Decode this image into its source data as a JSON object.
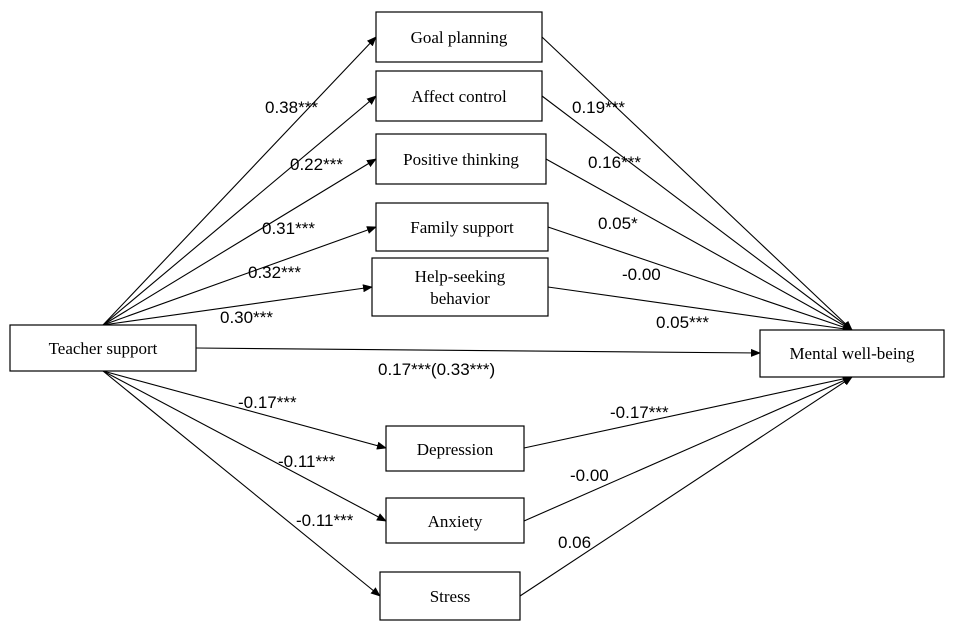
{
  "nodes": {
    "teacher": "Teacher support",
    "wellbeing": "Mental well-being",
    "goal": "Goal planning",
    "affect": "Affect control",
    "positive": "Positive thinking",
    "family": "Family support",
    "help1": "Help-seeking",
    "help2": "behavior",
    "depression": "Depression",
    "anxiety": "Anxiety",
    "stress": "Stress"
  },
  "paths_a": {
    "goal": "0.38***",
    "affect": "0.22***",
    "positive": "0.31***",
    "family": "0.32***",
    "help": "0.30***",
    "depression": "-0.17***",
    "anxiety": "-0.11***",
    "stress": "-0.11***"
  },
  "paths_b": {
    "goal": "0.19***",
    "affect": "0.16***",
    "positive": "0.05*",
    "family": "-0.00",
    "help": "0.05***",
    "depression": "-0.17***",
    "anxiety": "-0.00",
    "stress": "0.06"
  },
  "direct": "0.17***(0.33***)"
}
